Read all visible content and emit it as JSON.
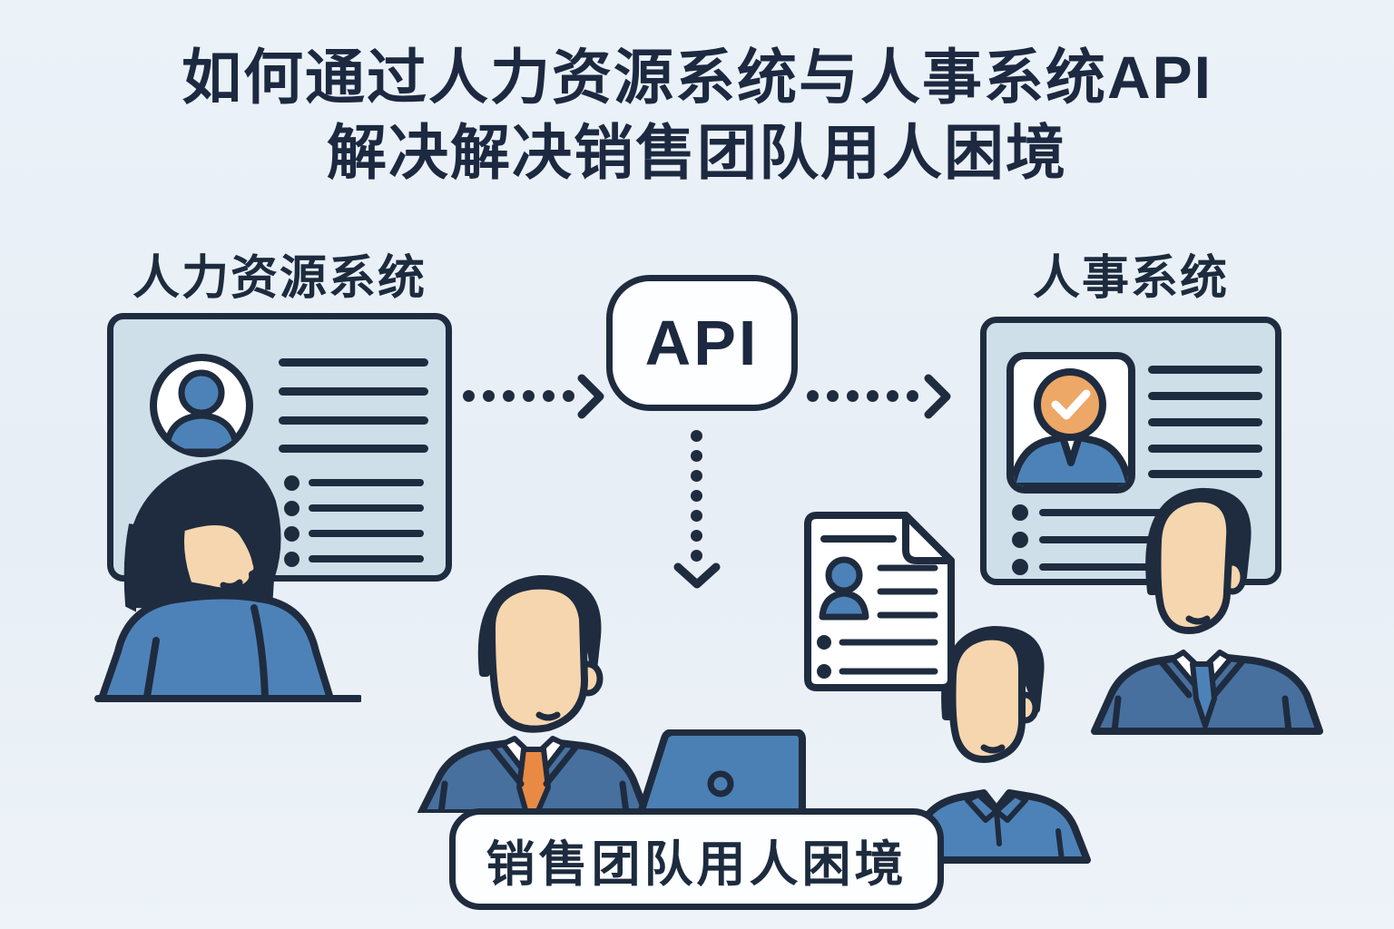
{
  "title": {
    "line1": "如何通过人力资源系统与人事系统API",
    "line2": "解决解决销售团队用人困境"
  },
  "diagram": {
    "left_system": {
      "label": "人力资源系统",
      "card": {
        "icon": "user-avatar-icon",
        "detail_lines": 4,
        "bullet_lines": 4
      }
    },
    "api_node": {
      "label": "API"
    },
    "right_system": {
      "label": "人事系统",
      "card": {
        "icon": "verified-photo-icon",
        "detail_lines": 5,
        "bullet_lines": 3
      }
    },
    "bottom_node": {
      "label": "销售团队用人困境"
    },
    "arrows": [
      {
        "from": "left_system",
        "to": "api_node",
        "style": "dotted-right"
      },
      {
        "from": "api_node",
        "to": "right_system",
        "style": "dotted-right"
      },
      {
        "from": "api_node",
        "to": "bottom_node",
        "style": "dotted-down"
      }
    ],
    "figures": [
      "hr-woman-figure",
      "sales-manager-at-laptop-figure",
      "resume-document-icon",
      "casual-employee-figure",
      "suited-employee-figure"
    ]
  },
  "colors": {
    "background": "#e9f0f6",
    "outline": "#1f2c3f",
    "card_fill": "#cfdfe9",
    "panel_fill": "#fdfeff",
    "blue": "#4d82b8",
    "suit_blue": "#47709f",
    "skin": "#f6d6af",
    "tie_orange": "#e88a44",
    "photo_orange": "#eda766",
    "title_ink": "#1c2940"
  }
}
